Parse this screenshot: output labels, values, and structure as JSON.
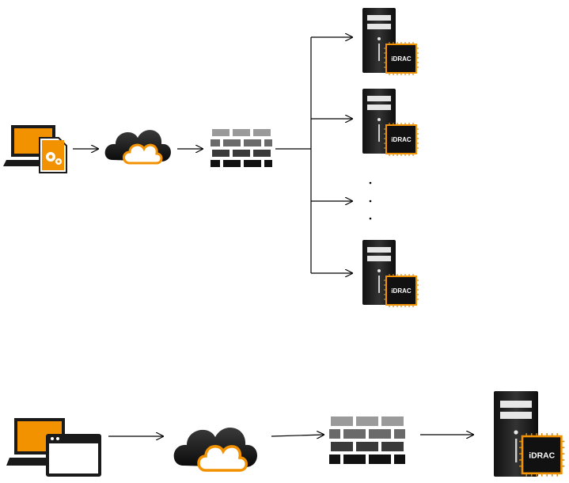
{
  "colors": {
    "accent": "#f39200",
    "dark": "#1a1a1a",
    "firewall": "#2b2b2b",
    "line": "#000000",
    "chip_pin": "#c98a1b"
  },
  "icons": {
    "laptop": "laptop-icon",
    "script_doc": "settings-document-icon",
    "browser": "browser-window-icon",
    "cloud": "cloud-icon",
    "firewall": "firewall-icon",
    "server": "server-icon",
    "idrac_chip": "idrac-chip-icon"
  },
  "top_diagram": {
    "servers": [
      {
        "chip_label": "iDRAC"
      },
      {
        "chip_label": "iDRAC"
      },
      {
        "chip_label": "iDRAC"
      }
    ],
    "ellipsis": "· · ·"
  },
  "bottom_diagram": {
    "server": {
      "chip_label": "iDRAC"
    }
  }
}
